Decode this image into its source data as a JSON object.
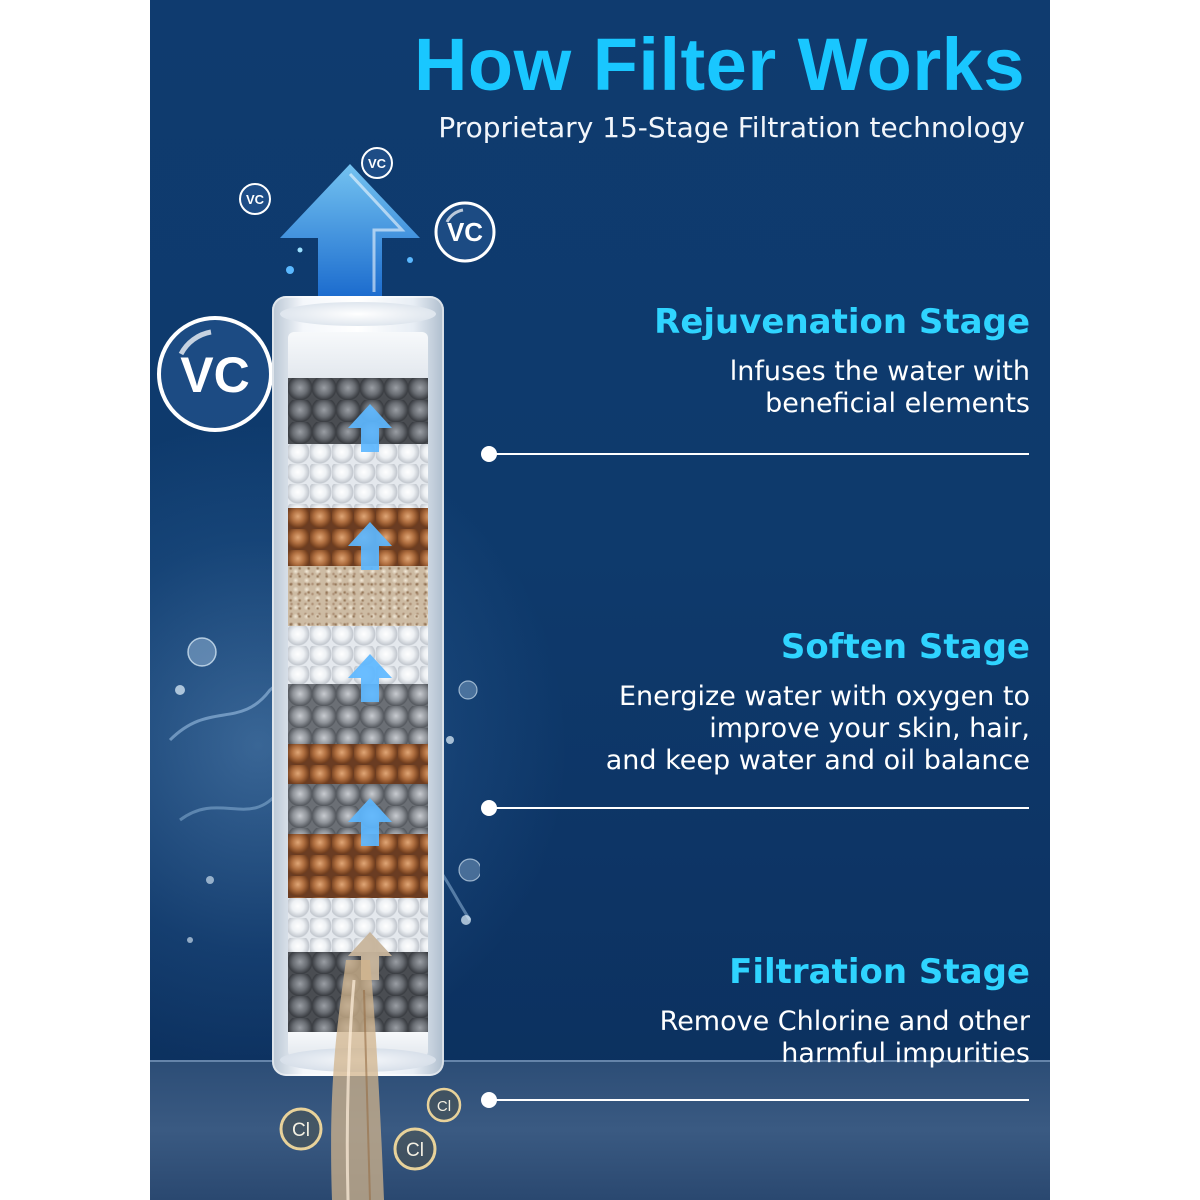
{
  "header": {
    "title": "How Filter Works",
    "subtitle": "Proprietary 15-Stage Filtration technology"
  },
  "stages": [
    {
      "title": "Rejuvenation Stage",
      "description": [
        "lnfuses the water with",
        "beneficial elements"
      ]
    },
    {
      "title": "Soften Stage",
      "description": [
        "Energize water with oxygen to",
        "improve your skin, hair,",
        "and keep water and oil balance"
      ]
    },
    {
      "title": "Filtration Stage",
      "description": [
        "Remove Chlorine and other",
        "harmful impurities"
      ]
    }
  ],
  "bubbles": {
    "vc_label": "VC",
    "cl_label": "Cl"
  },
  "colors": {
    "accent": "#19c7ff",
    "stage_title": "#2fd4ff",
    "background": "#0e3a6c",
    "text": "#ffffff"
  }
}
